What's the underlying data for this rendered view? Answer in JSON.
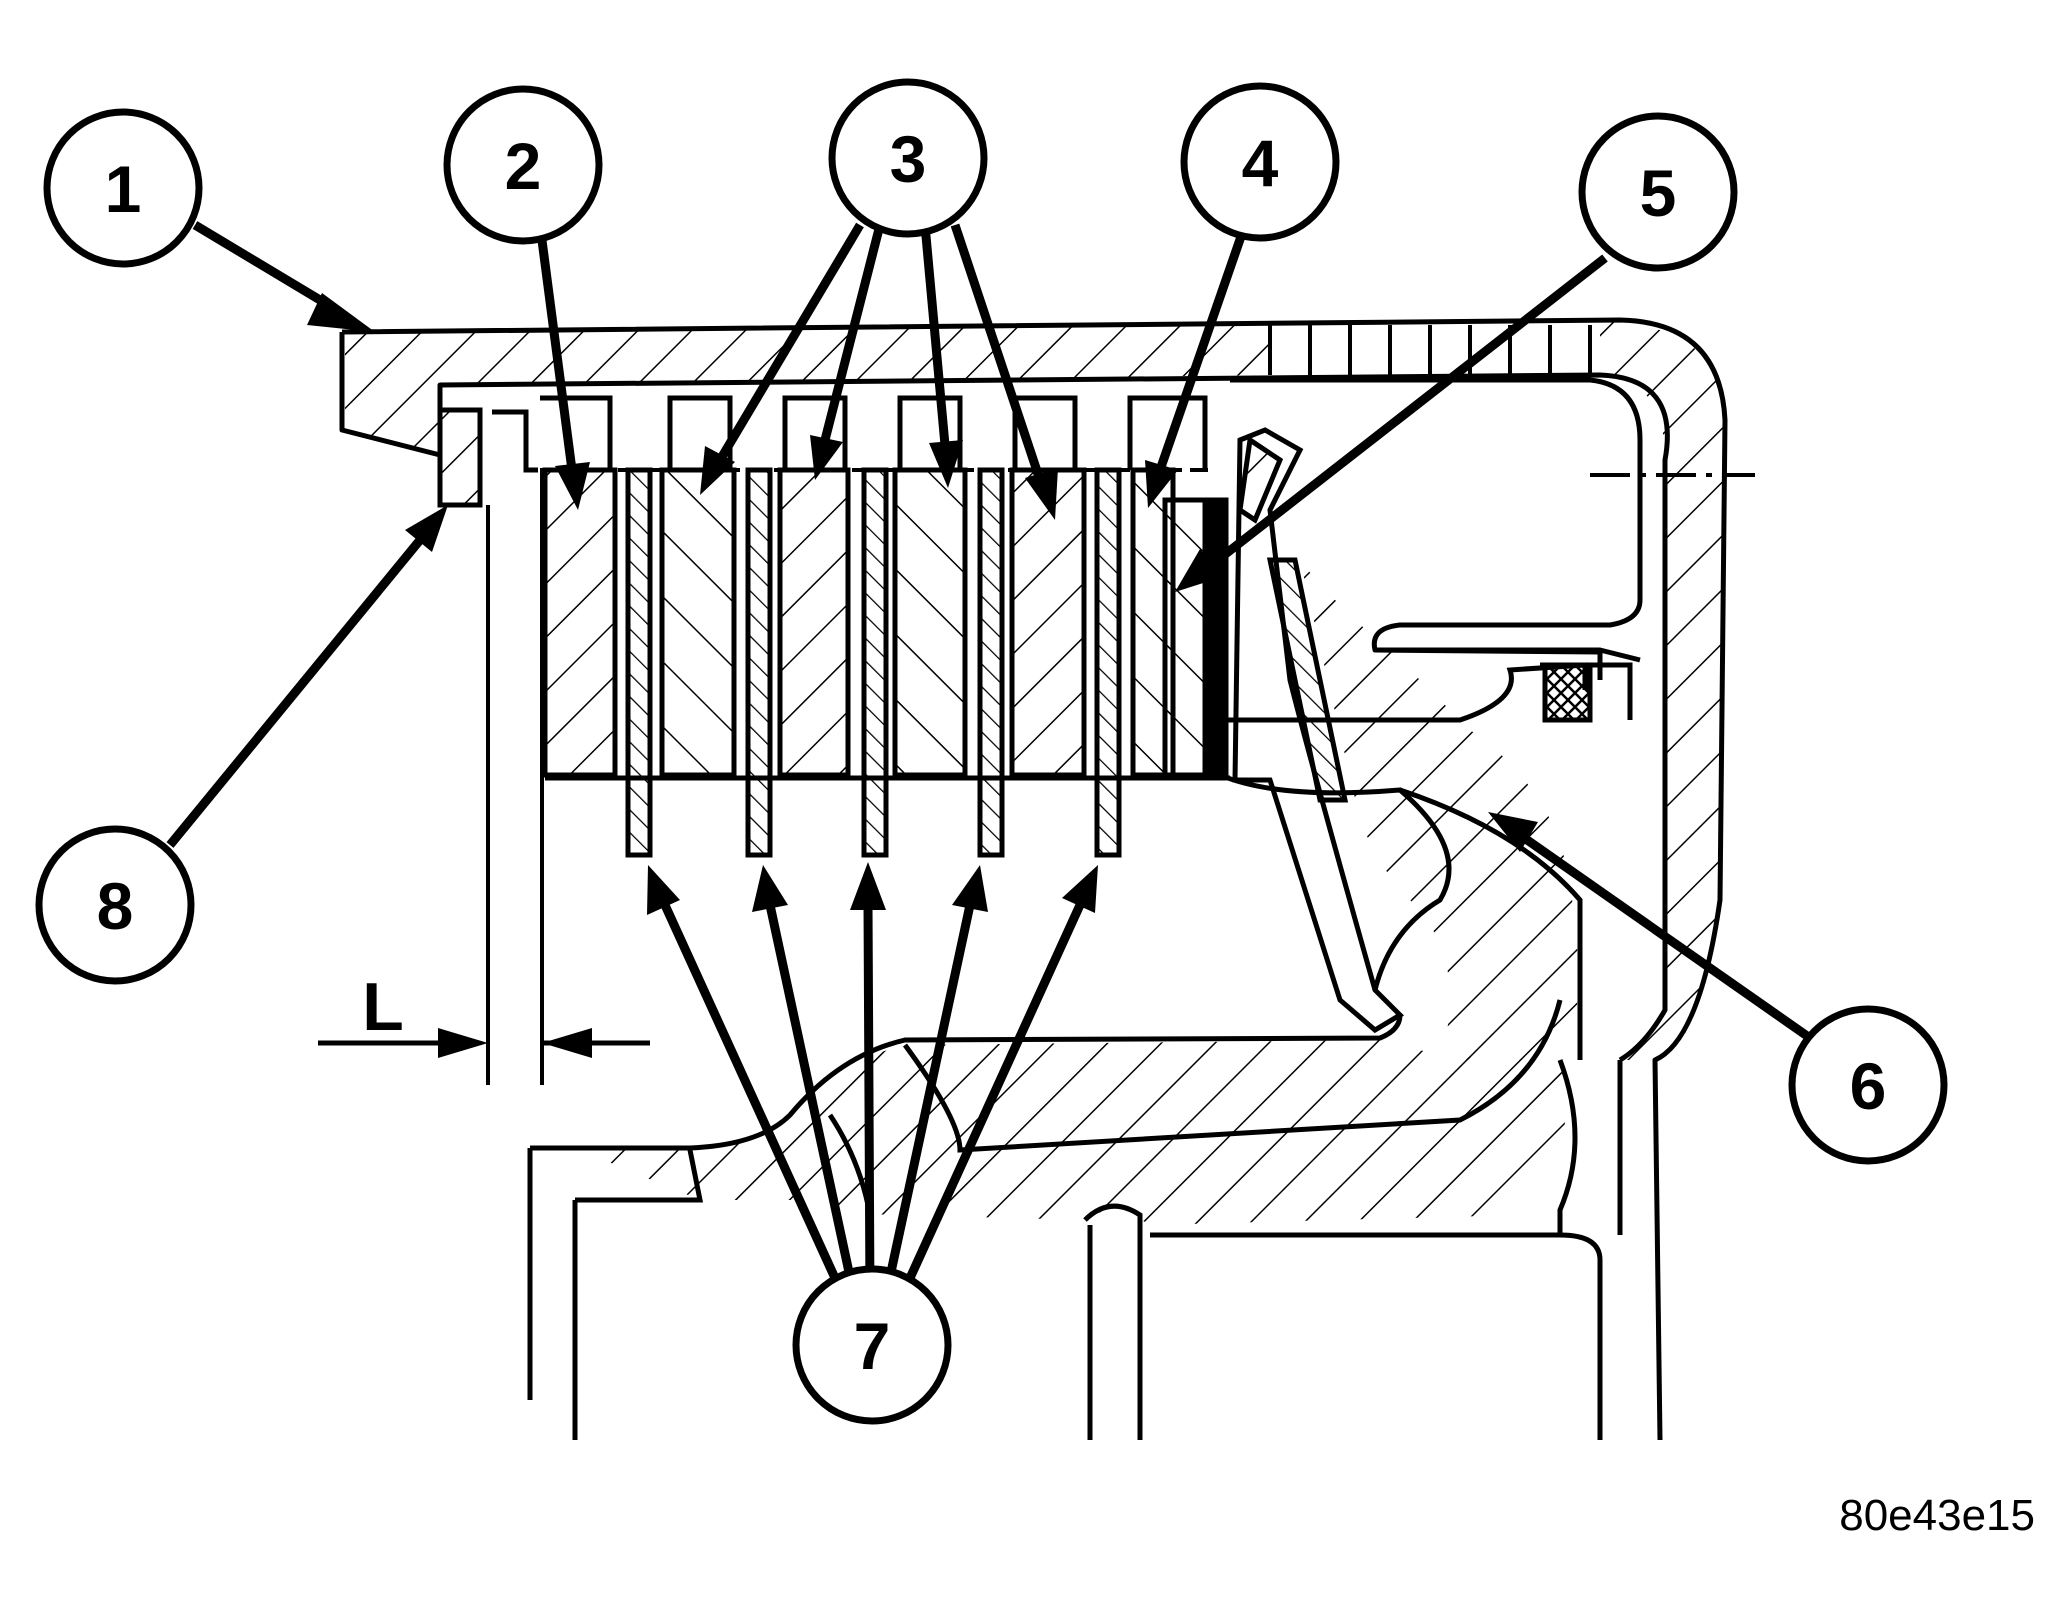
{
  "callouts": [
    "1",
    "2",
    "3",
    "4",
    "5",
    "6",
    "7",
    "8"
  ],
  "dimension_label": "L",
  "figure_code": "80e43e15",
  "colors": {
    "line": "#000000",
    "background": "#ffffff"
  }
}
